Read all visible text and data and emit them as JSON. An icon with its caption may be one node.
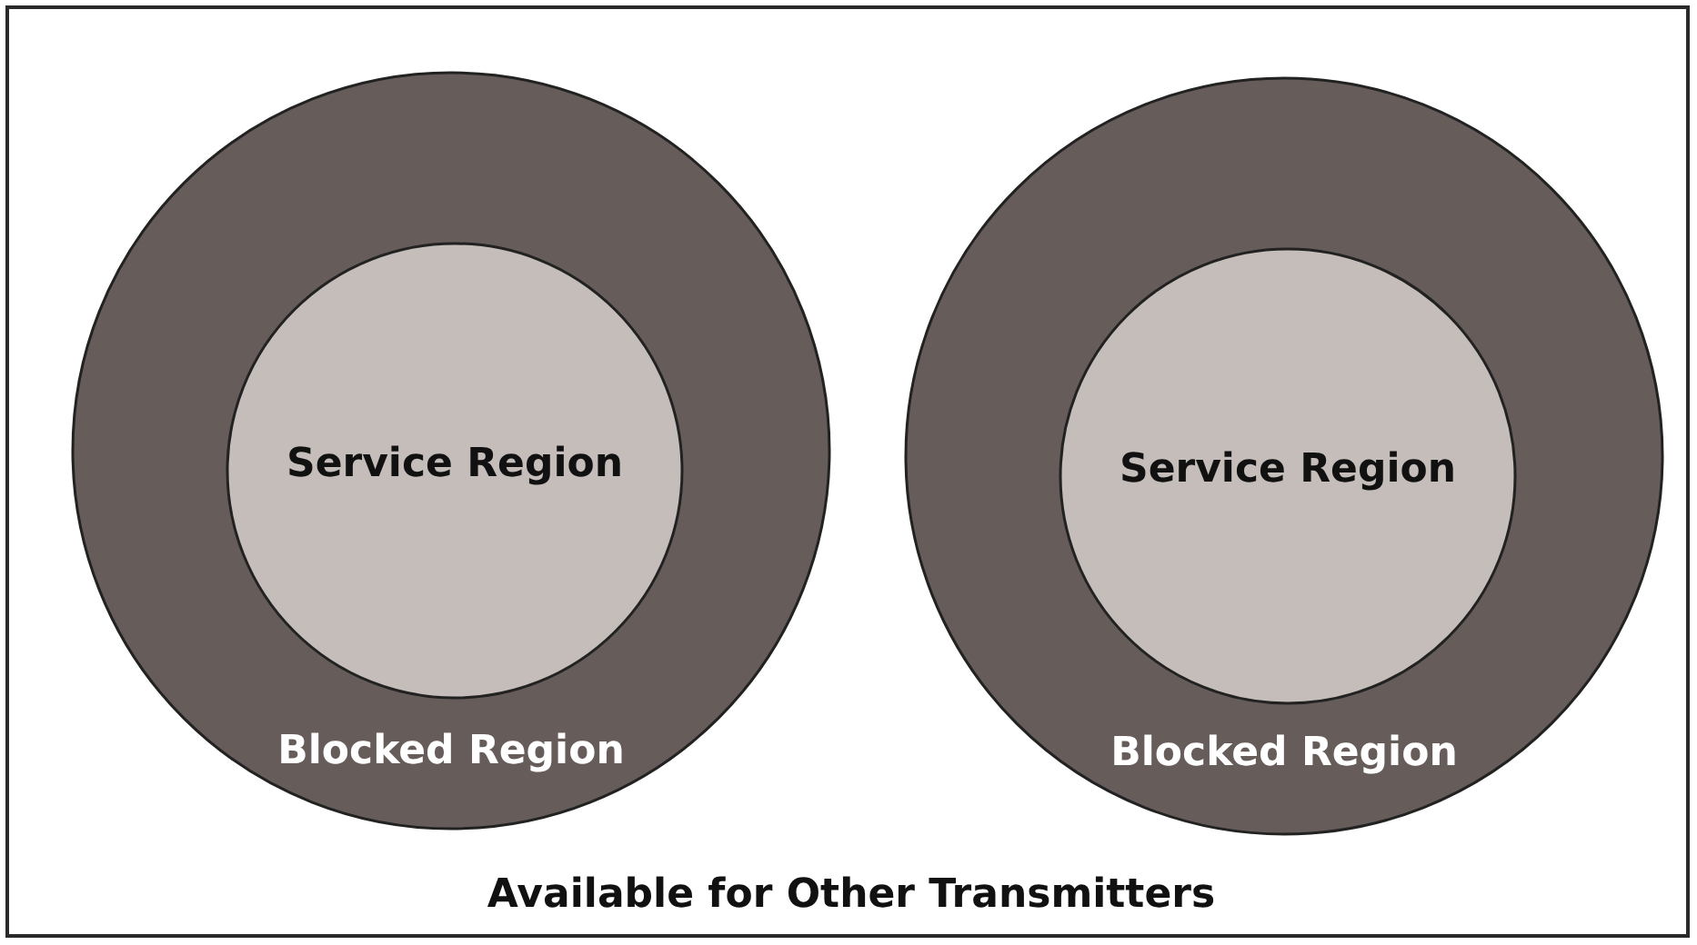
{
  "diagram": {
    "nodes": [
      {
        "text": [
          "Available for Other Transmitters"
        ]
      },
      {
        "text": [
          "Blocked Region"
        ],
        "in": 0
      },
      {
        "text": [
          "Service Region"
        ],
        "in": 1
      },
      {
        "text": [
          "Blocked Region"
        ],
        "in": 0
      },
      {
        "text": [
          "Service Region"
        ],
        "in": 3
      }
    ]
  }
}
